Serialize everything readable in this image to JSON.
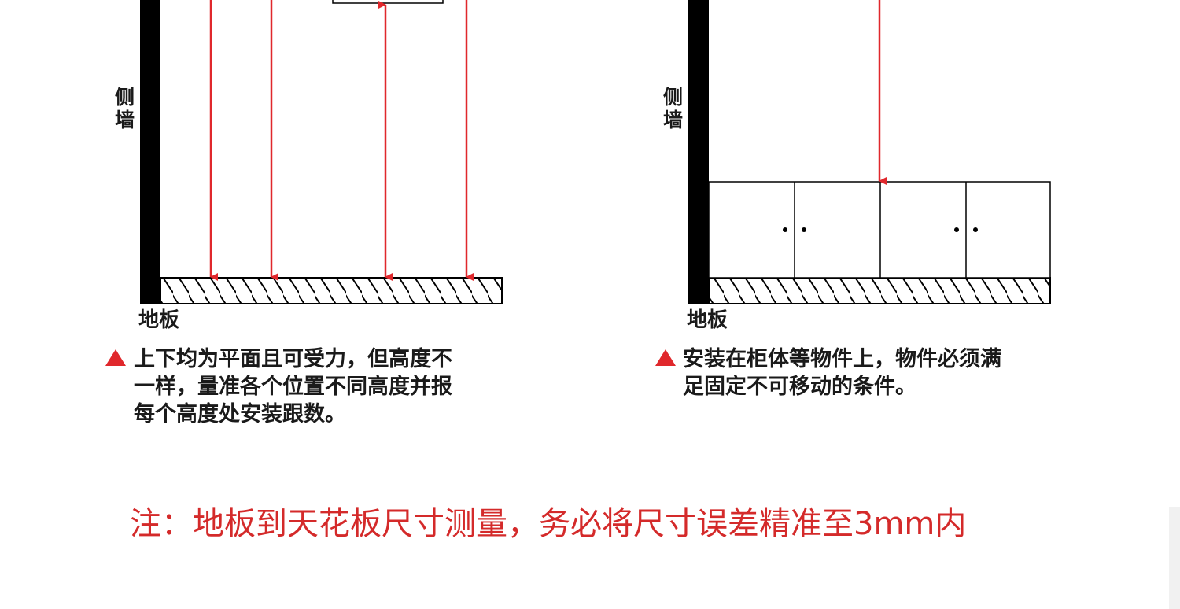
{
  "labels": {
    "side_wall_char1": "侧",
    "side_wall_char2": "墙",
    "floor": "地板"
  },
  "captions": {
    "left": {
      "line1": "上下均为平面且可受力，但高度不",
      "line2": "一样，量准各个位置不同高度并报",
      "line3": "每个高度处安装跟数。"
    },
    "right": {
      "line1": "安装在柜体等物件上，物件必须满",
      "line2": "足固定不可移动的条件。"
    }
  },
  "note": "注：地板到天花板尺寸测量，务必将尺寸误差精准至3mm内",
  "colors": {
    "accent_red": "#d42a2a",
    "line_black": "#000000"
  },
  "icons": {
    "bullet": "red-triangle-bullet"
  }
}
